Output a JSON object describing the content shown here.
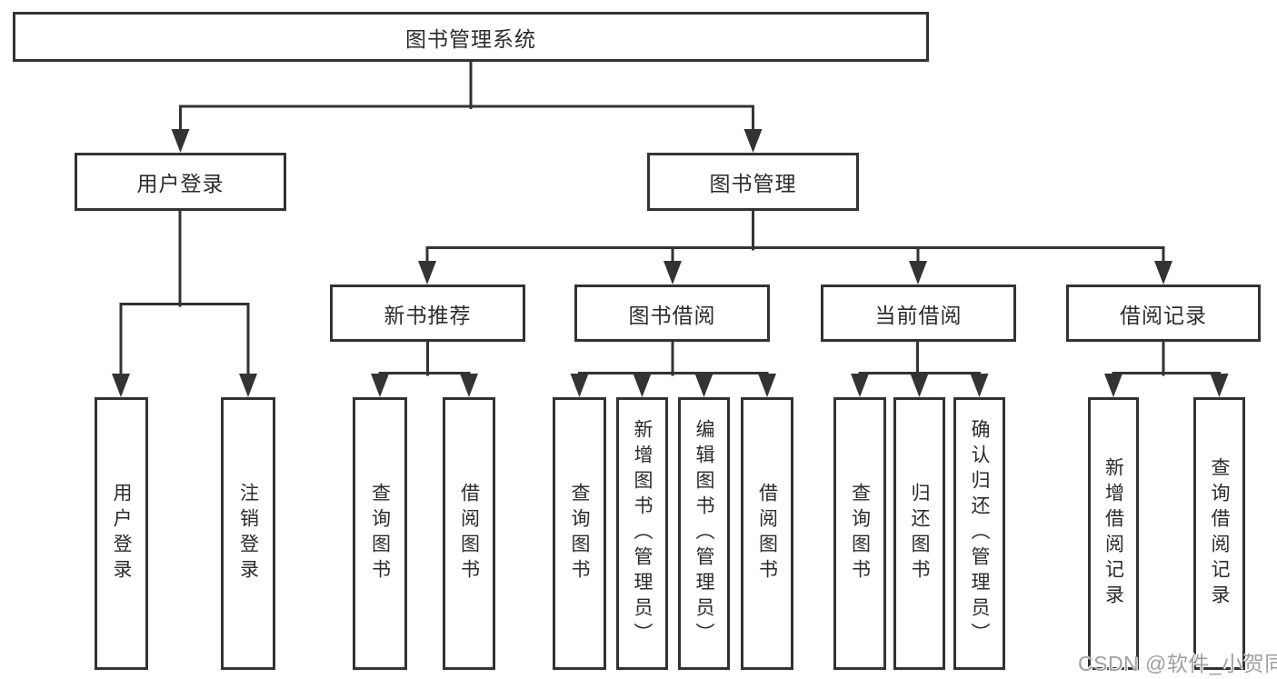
{
  "diagram": {
    "root": {
      "label": "图书管理系统"
    },
    "level2": [
      {
        "id": "user-login",
        "label": "用户登录"
      },
      {
        "id": "book-management",
        "label": "图书管理"
      }
    ],
    "level3": [
      {
        "id": "new-book-recommend",
        "parent": "book-management",
        "label": "新书推荐"
      },
      {
        "id": "book-borrowing",
        "parent": "book-management",
        "label": "图书借阅"
      },
      {
        "id": "current-borrowing",
        "parent": "book-management",
        "label": "当前借阅"
      },
      {
        "id": "borrowing-records",
        "parent": "book-management",
        "label": "借阅记录"
      }
    ],
    "leaves": [
      {
        "parent": "user-login",
        "label": "用户登录"
      },
      {
        "parent": "user-login",
        "label": "注销登录"
      },
      {
        "parent": "new-book-recommend",
        "label": "查询图书"
      },
      {
        "parent": "new-book-recommend",
        "label": "借阅图书"
      },
      {
        "parent": "book-borrowing",
        "label": "查询图书"
      },
      {
        "parent": "book-borrowing",
        "label": "新增图书（管理员）"
      },
      {
        "parent": "book-borrowing",
        "label": "编辑图书（管理员）"
      },
      {
        "parent": "book-borrowing",
        "label": "借阅图书"
      },
      {
        "parent": "current-borrowing",
        "label": "查询图书"
      },
      {
        "parent": "current-borrowing",
        "label": "归还图书"
      },
      {
        "parent": "current-borrowing",
        "label": "确认归还（管理员）"
      },
      {
        "parent": "borrowing-records",
        "label": "新增借阅记录"
      },
      {
        "parent": "borrowing-records",
        "label": "查询借阅记录"
      }
    ],
    "watermark": "CSDN @软件_小贺同学",
    "colors": {
      "line": "#333333",
      "text": "#2b2b2b",
      "background": "#ffffff",
      "watermark": "#9fa0a4"
    }
  }
}
